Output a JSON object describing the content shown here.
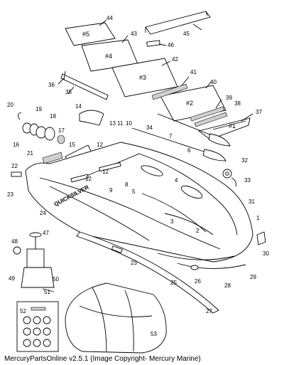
{
  "caption": "MercuryPartsOnline v2.5.1 (Image Copyright- Mercury Marine)",
  "brand_text": "QUICKSILVER",
  "floor_plates": {
    "p5": "#5",
    "p4": "#4",
    "p3": "#3",
    "p2": "#2",
    "p1": "#1"
  },
  "callouts": {
    "c1": "1",
    "c2": "2",
    "c3": "3",
    "c4": "4",
    "c5": "5",
    "c6": "6",
    "c7": "7",
    "c8": "8",
    "c9": "9",
    "c10": "10",
    "c11": "11",
    "c12a": "12",
    "c12b": "12",
    "c12c": "12",
    "c13": "13",
    "c14": "14",
    "c15": "15",
    "c16": "16",
    "c17": "17",
    "c18": "18",
    "c19": "19",
    "c20": "20",
    "c21": "21",
    "c22": "22",
    "c23a": "23",
    "c23b": "23",
    "c24": "24",
    "c25": "25",
    "c26": "26",
    "c27": "27",
    "c28": "28",
    "c29": "29",
    "c30": "30",
    "c31": "31",
    "c32": "32",
    "c33": "33",
    "c34": "34",
    "c35": "35",
    "c36": "36",
    "c37": "37",
    "c38": "38",
    "c39": "39",
    "c40": "40",
    "c41": "41",
    "c42": "42",
    "c43": "43",
    "c44": "44",
    "c45": "45",
    "c46": "46",
    "c47": "47",
    "c48": "48",
    "c49": "49",
    "c50": "50",
    "c51": "51",
    "c52": "52",
    "c53": "53"
  }
}
